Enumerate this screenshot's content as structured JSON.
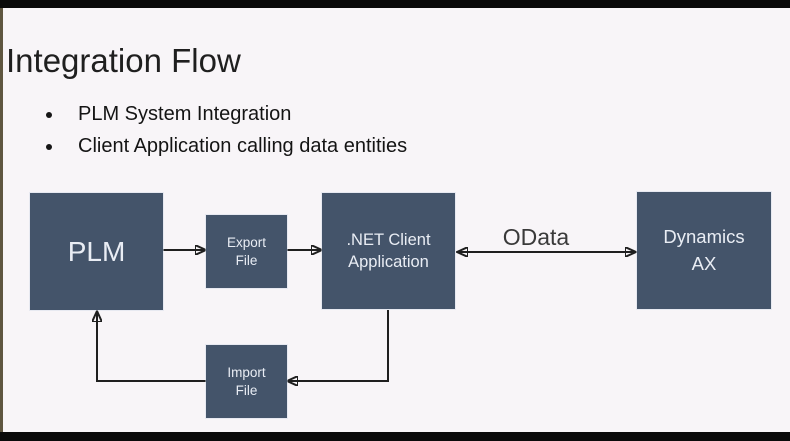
{
  "page": {
    "title": "Integration Flow",
    "bullets": [
      "PLM System Integration",
      "Client Application calling data entities"
    ]
  },
  "diagram": {
    "nodes": {
      "plm": {
        "label": "PLM"
      },
      "export_file": {
        "label": "Export\nFile"
      },
      "net_client": {
        "label": ".NET Client\nApplication"
      },
      "dynamics_ax": {
        "label": "Dynamics\nAX"
      },
      "import_file": {
        "label": "Import\nFile"
      }
    },
    "edges": {
      "net_to_dynamics_label": "OData"
    }
  },
  "colors": {
    "background": "#f8f5f8",
    "node_fill": "#44546A",
    "node_text": "#e9edf4",
    "arrow": "#1f1f1f",
    "title_text": "#1f1f1f",
    "edge_label_text": "#3a3a3a",
    "letterbox": "#0a0a0a",
    "left_strip": "#5f5640"
  }
}
